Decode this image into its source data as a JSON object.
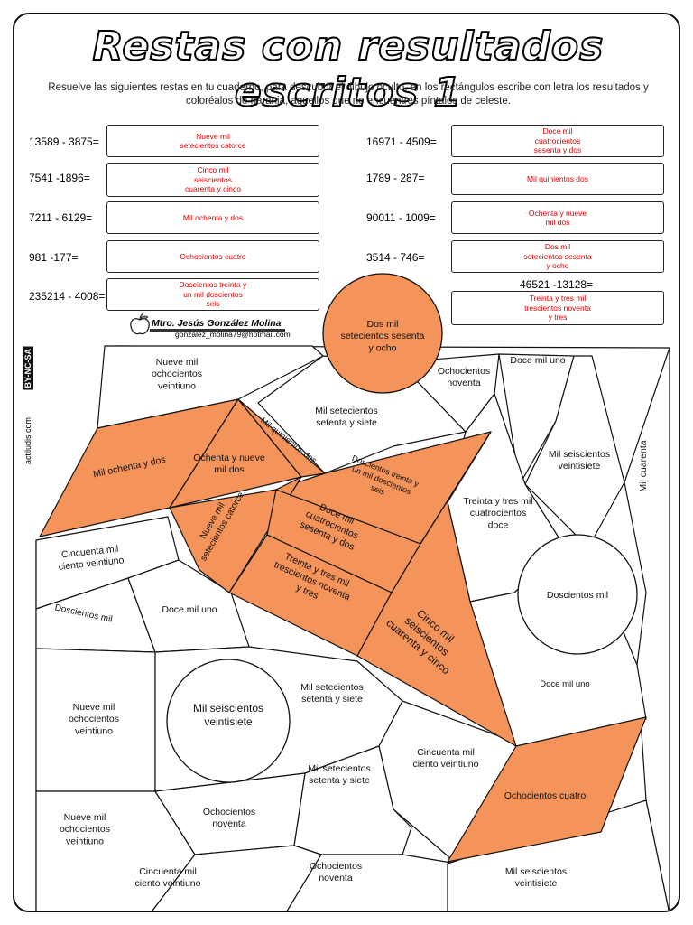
{
  "title": "Restas con resultados escritos 1",
  "instructions": "Resuelve las siguientes restas en tu cuaderno, para descubrir el dibujo oculto, en los rectángulos escribe con letra los resultados  y coloréalos de naranja, aquellos que no encuentres píntalos de celeste.",
  "problems": [
    {
      "expr": "13589 - 3875=",
      "answer": "Nueve mil\nsetecientos catorce"
    },
    {
      "expr": "7541 -1896=",
      "answer": "Cinco mil\nseiscientos\ncuarenta y cinco"
    },
    {
      "expr": "7211 - 6129=",
      "answer": "Mil ochenta y dos"
    },
    {
      "expr": "981  -177=",
      "answer": "Ochocientos cuatro"
    },
    {
      "expr": "235214 - 4008=",
      "answer": "Doscientos treinta y\nun mil doscientos\nseis"
    },
    {
      "expr": "16971 - 4509=",
      "answer": "Doce mil\ncuatrocientos\nsesenta y dos"
    },
    {
      "expr": "1789  - 287=",
      "answer": "Mil quinientos dos"
    },
    {
      "expr": "90011 - 1009=",
      "answer": "Ochenta y nueve\nmil dos"
    },
    {
      "expr": "3514  - 746=",
      "answer": "Dos mil\nsetecientos sesenta\ny ocho"
    },
    {
      "expr": "46521  -13128=",
      "answer": "Treinta y tres mil\ntrescientos noventa\ny tres"
    }
  ],
  "author": {
    "name": "Mtro. Jesús González Molina",
    "email": "gonzalez_molina79@hotmail.com"
  },
  "sidebar": {
    "site": "actiludis.com",
    "license": "BY-NC-SA"
  },
  "colors": {
    "orange": "#f4935a",
    "answer_text": "#e00000"
  },
  "puzzle_labels": {
    "circle_top": "Dos mil\nsetecientos sesenta\ny ocho",
    "nueve_mil_1": "Nueve mil\nochocientos\nveintiuno",
    "ochocientos_noventa_1": "Ochocientos\nnoventa",
    "doce_mil_uno_1": "Doce mil uno",
    "mil_setecientos_1": "Mil setecientos\nsetenta y siete",
    "mil_ochenta": "Mil ochenta y dos",
    "ochenta_nueve": "Ochenta y nueve\nmil dos",
    "mil_quinientos": "Mil quinientos dos",
    "doscientos_treinta": "Doscientos treinta y\nun mil doscientos\nseis",
    "mil_seiscientos_1": "Mil seiscientos\nveintisiete",
    "mil_cuarenta": "Mil cuarenta",
    "treinta_tres_mil_doce": "Treinta y tres mil\ncuatrocientos\ndoce",
    "nueve_mil_setecientos": "Nueve mil\nsetecientos catorce",
    "doce_mil_cuatro": "Doce mil\ncuatrocientos\nsesenta y dos",
    "cincuenta_1": "Cincuenta mil\nciento veintiuno",
    "treinta_tres_tres": "Treinta y tres mil\ntrescientos noventa\ny tres",
    "circle_doscientos": "Doscientos mil",
    "doscientos_mil": "Doscientos mil",
    "doce_mil_uno_2": "Doce mil uno",
    "cinco_mil": "Cinco mil\nseiscientos\ncuarenta y cinco",
    "doce_mil_uno_3": "Doce mil uno",
    "nueve_mil_2": "Nueve mil\nochocientos\nveintiuno",
    "circle_mil_seiscientos": "Mil seiscientos\nveintisiete",
    "mil_setecientos_2": "Mil setecientos\nsetenta y siete",
    "cincuenta_2": "Cincuenta mil\nciento veintiuno",
    "mil_setecientos_3": "Mil setecientos\nsetenta y siete",
    "ochocientos_cuatro": "Ochocientos cuatro",
    "nueve_mil_3": "Nueve mil\nochocientos\nveintiuno",
    "ochocientos_noventa_2": "Ochocientos\nnoventa",
    "cincuenta_3": "Cincuenta mil\nciento veintiuno",
    "ochocientos_noventa_3": "Ochocientos\nnoventa",
    "mil_seiscientos_2": "Mil seiscientos\nveintisiete"
  }
}
